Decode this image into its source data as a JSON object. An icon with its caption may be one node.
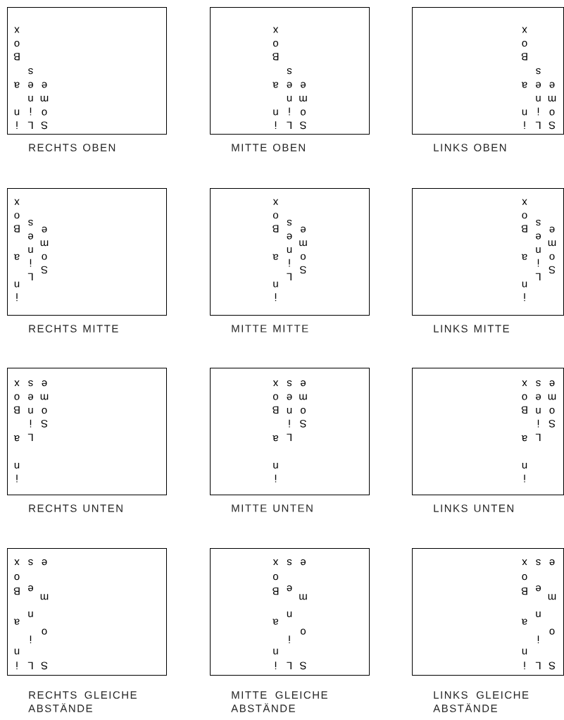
{
  "diagram": {
    "nodes": [
      {
        "text": [
          "Some",
          "Lines",
          "in a Box"
        ],
        "beside": [
          "RECHTS OBEN"
        ]
      },
      {
        "text": [
          "Some",
          "Lines",
          "in a Box"
        ],
        "beside": [
          "MITTE OBEN"
        ]
      },
      {
        "text": [
          "Some",
          "Lines",
          "in a Box"
        ],
        "beside": [
          "LINKS OBEN"
        ]
      },
      {
        "text": [
          "Some",
          "Lines",
          "in a Box"
        ],
        "beside": [
          "RECHTS MITTE"
        ]
      },
      {
        "text": [
          "Some",
          "Lines",
          "in a Box"
        ],
        "beside": [
          "MITTE MITTE"
        ]
      },
      {
        "text": [
          "Some",
          "Lines",
          "in a Box"
        ],
        "beside": [
          "LINKS MITTE"
        ]
      },
      {
        "text": [
          "Some",
          "Lines",
          "in a Box"
        ],
        "beside": [
          "RECHTS UNTEN"
        ]
      },
      {
        "text": [
          "Some",
          "Lines",
          "in a Box"
        ],
        "beside": [
          "MITTE UNTEN"
        ]
      },
      {
        "text": [
          "Some",
          "Lines",
          "in a Box"
        ],
        "beside": [
          "LINKS UNTEN"
        ]
      },
      {
        "text": [
          "Some",
          "Lines",
          "in a Box"
        ],
        "beside": [
          "RECHTS GLEICHE ABSTÄNDE"
        ]
      },
      {
        "text": [
          "Some",
          "Lines",
          "in a Box"
        ],
        "beside": [
          "MITTE GLEICHE ABSTÄNDE"
        ]
      },
      {
        "text": [
          "Some",
          "Lines",
          "in a Box"
        ],
        "beside": [
          "LINKS GLEICHE ABSTÄNDE"
        ]
      }
    ]
  }
}
